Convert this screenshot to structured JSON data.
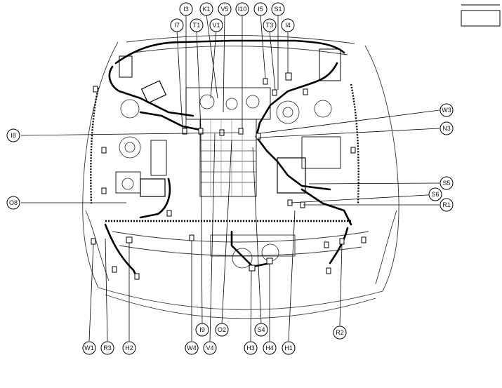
{
  "callouts": [
    {
      "id": "I3",
      "label": "I3"
    },
    {
      "id": "K1",
      "label": "K1"
    },
    {
      "id": "V5",
      "label": "V5"
    },
    {
      "id": "I10",
      "label": "I10"
    },
    {
      "id": "I5",
      "label": "I5"
    },
    {
      "id": "S1",
      "label": "S1"
    },
    {
      "id": "I7",
      "label": "I7"
    },
    {
      "id": "T1",
      "label": "T1"
    },
    {
      "id": "V1",
      "label": "V1"
    },
    {
      "id": "T3",
      "label": "T3"
    },
    {
      "id": "I4",
      "label": "I4"
    },
    {
      "id": "W3",
      "label": "W3"
    },
    {
      "id": "I8",
      "label": "I8"
    },
    {
      "id": "N3",
      "label": "N3"
    },
    {
      "id": "S5",
      "label": "S5"
    },
    {
      "id": "S6",
      "label": "S6"
    },
    {
      "id": "O8",
      "label": "O8"
    },
    {
      "id": "R1",
      "label": "R1"
    },
    {
      "id": "R2",
      "label": "R2"
    },
    {
      "id": "I9",
      "label": "I9"
    },
    {
      "id": "O2",
      "label": "O2"
    },
    {
      "id": "S4",
      "label": "S4"
    },
    {
      "id": "W1",
      "label": "W1"
    },
    {
      "id": "R3",
      "label": "R3"
    },
    {
      "id": "H2",
      "label": "H2"
    },
    {
      "id": "W4",
      "label": "W4"
    },
    {
      "id": "V4",
      "label": "V4"
    },
    {
      "id": "H3",
      "label": "H3"
    },
    {
      "id": "H4",
      "label": "H4"
    },
    {
      "id": "H1",
      "label": "H1"
    }
  ]
}
